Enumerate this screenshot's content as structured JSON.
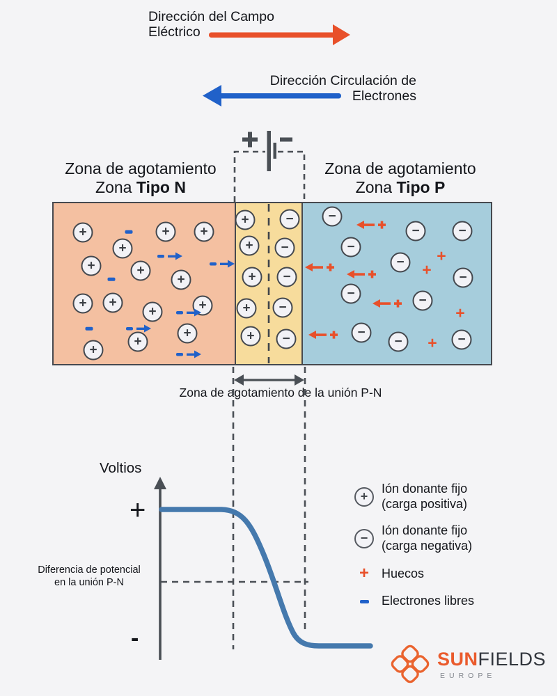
{
  "colors": {
    "n_zone": "#f4c0a1",
    "depletion": "#f7dc9c",
    "p_zone": "#a6cddc",
    "field_arrow": "#e8502a",
    "electron_arrow": "#2061c9",
    "curve": "#4579ad",
    "line_dark": "#46494f"
  },
  "header": {
    "field_line1": "Dirección del Campo",
    "field_line2": "Eléctrico",
    "electron_line1": "Dirección Circulación de",
    "electron_line2": "Electrones"
  },
  "zones": {
    "n_line1": "Zona de agotamiento",
    "n_line2_prefix": "Zona ",
    "n_line2_bold": "Tipo N",
    "p_line1": "Zona de agotamiento",
    "p_line2_prefix": "Zona ",
    "p_line2_bold": "Tipo P"
  },
  "depletion_label": "Zona de agotamiento de la unión P-N",
  "graph": {
    "y_label": "Voltios",
    "plus": "+",
    "minus": "-",
    "potential_line1": "Diferencia de potencial",
    "potential_line2": "en la unión P-N"
  },
  "legend": {
    "item1": {
      "line1": "Ión donante fijo",
      "line2": "(carga positiva)"
    },
    "item2": {
      "line1": "Ión donante fijo",
      "line2": "(carga negativa)"
    },
    "item3": {
      "line1": "Huecos"
    },
    "item4": {
      "line1": "Electrones libres"
    }
  },
  "logo": {
    "sun": "SUN",
    "fields": "FIELDS",
    "europe": "EUROPE"
  },
  "markers": {
    "plus_glyph": "+",
    "minus_glyph": "−",
    "n_ions": [
      [
        119,
        334
      ],
      [
        238,
        333
      ],
      [
        293,
        333
      ],
      [
        176,
        357
      ],
      [
        131,
        382
      ],
      [
        202,
        389
      ],
      [
        260,
        402
      ],
      [
        119,
        436
      ],
      [
        162,
        435
      ],
      [
        291,
        439
      ],
      [
        219,
        448
      ],
      [
        269,
        479
      ],
      [
        198,
        491
      ],
      [
        134,
        503
      ]
    ],
    "n_free_electrons": [
      [
        185,
        333
      ],
      [
        160,
        401
      ],
      [
        128,
        472
      ]
    ],
    "n_arrows": [
      [
        226,
        368
      ],
      [
        301,
        379
      ],
      [
        253,
        449
      ],
      [
        181,
        472
      ],
      [
        253,
        509
      ]
    ],
    "dep_plus_ions": [
      [
        352,
        316
      ],
      [
        358,
        353
      ],
      [
        362,
        398
      ],
      [
        354,
        443
      ],
      [
        360,
        483
      ]
    ],
    "dep_minus_ions": [
      [
        416,
        315
      ],
      [
        409,
        356
      ],
      [
        412,
        398
      ],
      [
        406,
        442
      ],
      [
        411,
        487
      ]
    ],
    "p_ions": [
      [
        477,
        311
      ],
      [
        597,
        332
      ],
      [
        664,
        332
      ],
      [
        504,
        355
      ],
      [
        575,
        377
      ],
      [
        665,
        399
      ],
      [
        504,
        422
      ],
      [
        607,
        432
      ],
      [
        519,
        478
      ],
      [
        572,
        491
      ],
      [
        663,
        488
      ]
    ],
    "p_holes": [
      [
        634,
        368
      ],
      [
        613,
        388
      ],
      [
        661,
        450
      ],
      [
        621,
        493
      ]
    ],
    "p_arrows": [
      [
        512,
        323
      ],
      [
        438,
        384
      ],
      [
        498,
        394
      ],
      [
        535,
        436
      ],
      [
        443,
        481
      ]
    ]
  }
}
